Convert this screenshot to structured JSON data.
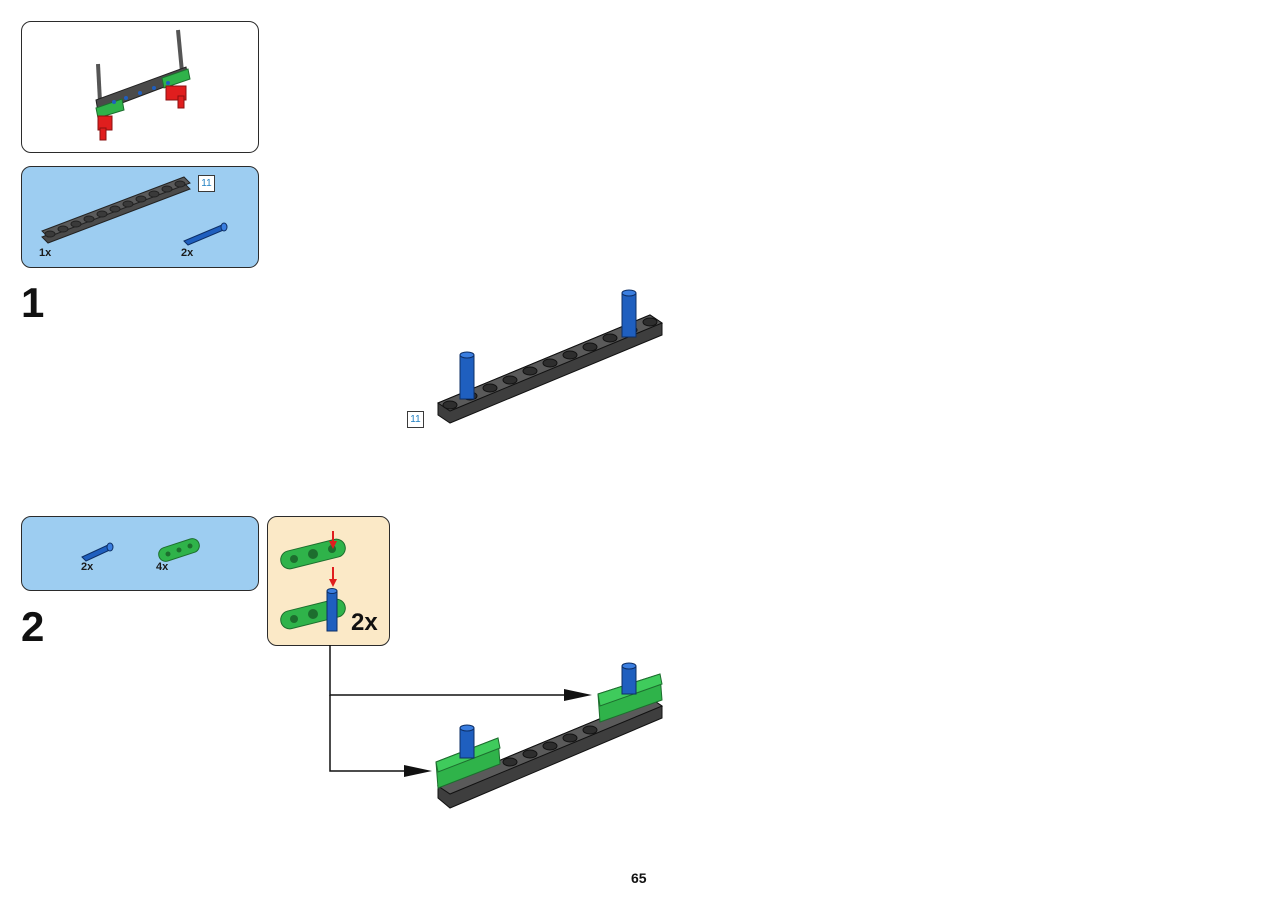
{
  "page": {
    "number": "65"
  },
  "steps": [
    {
      "number": "1",
      "parts": [
        {
          "qty": "1x",
          "part": "beam-11",
          "length_tag": "11"
        },
        {
          "qty": "2x",
          "part": "blue-axle-pin"
        }
      ],
      "callout_tag": "11"
    },
    {
      "number": "2",
      "parts": [
        {
          "qty": "2x",
          "part": "blue-axle-pin"
        },
        {
          "qty": "4x",
          "part": "green-beam-3"
        }
      ],
      "subassembly": {
        "multiplier": "2x"
      }
    }
  ],
  "colors": {
    "parts_panel": "#9dcdf1",
    "subassembly_panel": "#fbe9c7",
    "beam_dark": "#4a4a4a",
    "pin_blue": "#1f5fbf",
    "green": "#2fb34a",
    "red": "#e01e1e",
    "tag_text": "#1f7fc2"
  }
}
